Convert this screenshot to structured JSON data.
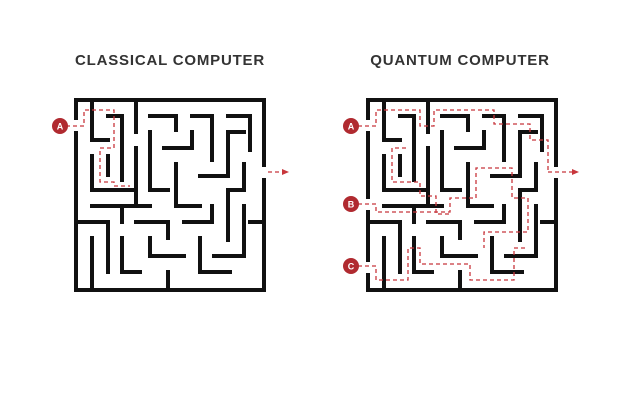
{
  "panels": {
    "left": {
      "title": "CLASSICAL COMPUTER"
    },
    "right": {
      "title": "QUANTUM COMPUTER"
    }
  },
  "entrances": {
    "left": [
      "A"
    ],
    "right": [
      "A",
      "B",
      "C"
    ]
  },
  "icons": {
    "exit": "arrow-right-icon",
    "entry": "circle-badge-icon"
  },
  "colors": {
    "wall": "#111111",
    "path": "#c8363c",
    "badge": "#b02a30",
    "title": "#333333",
    "background": "#ffffff"
  }
}
